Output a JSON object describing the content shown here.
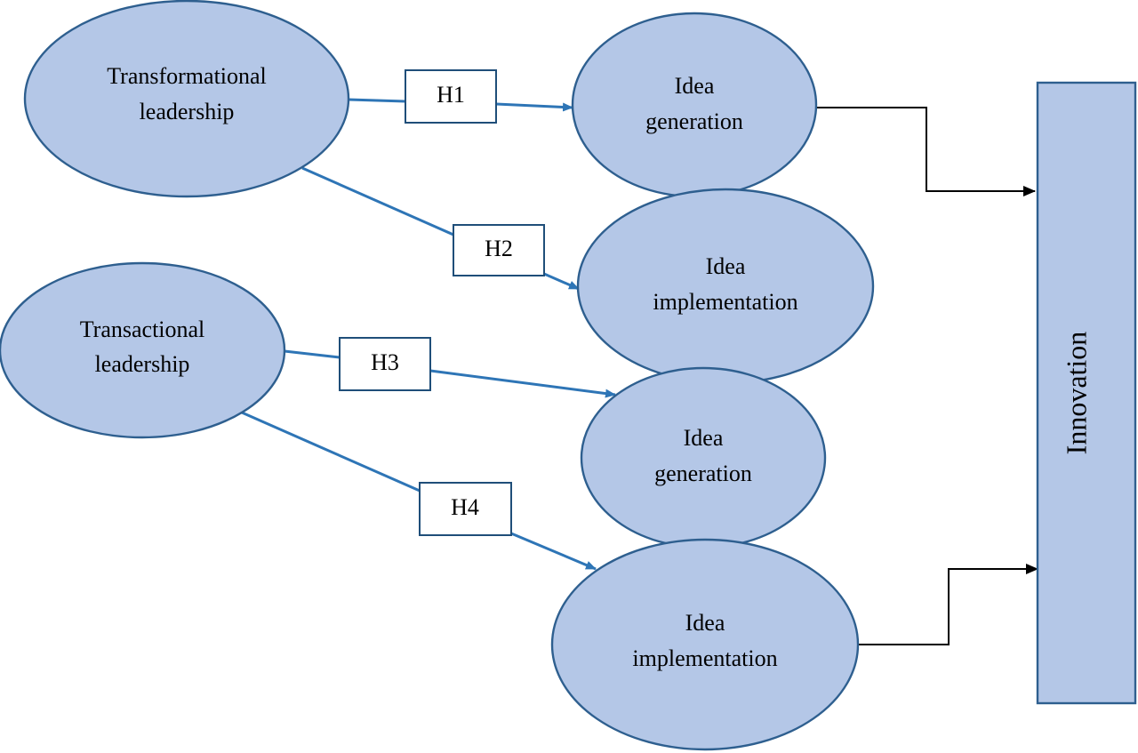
{
  "nodes": {
    "transformational": {
      "line1": "Transformational",
      "line2": "leadership"
    },
    "transactional": {
      "line1": "Transactional",
      "line2": "leadership"
    },
    "idea_gen_1": {
      "line1": "Idea",
      "line2": "generation"
    },
    "idea_impl_1": {
      "line1": "Idea",
      "line2": "implementation"
    },
    "idea_gen_2": {
      "line1": "Idea",
      "line2": "generation"
    },
    "idea_impl_2": {
      "line1": "Idea",
      "line2": "implementation"
    },
    "innovation": {
      "label": "Innovation"
    }
  },
  "hypotheses": {
    "h1": "H1",
    "h2": "H2",
    "h3": "H3",
    "h4": "H4"
  },
  "colors": {
    "node_fill": "#b4c7e7",
    "node_stroke": "#2e5f8f",
    "path_line": "#2e75b6",
    "connector_line": "#000000"
  }
}
